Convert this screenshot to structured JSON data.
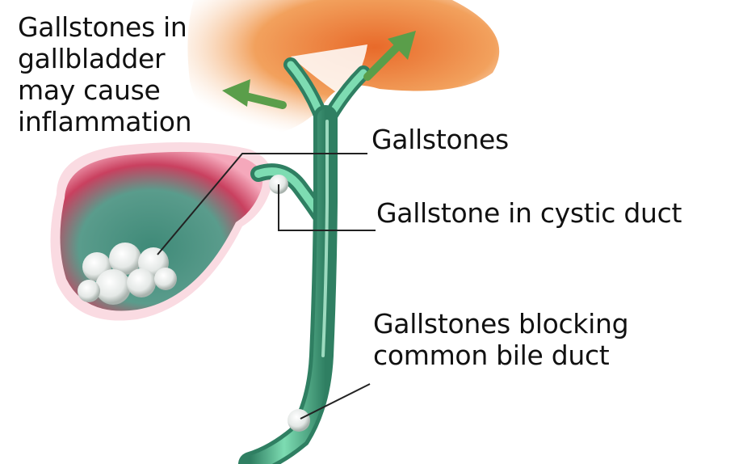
{
  "labels": {
    "inflammation": [
      "Gallstones in",
      "gallbladder",
      "may cause",
      "inflammation"
    ],
    "gallstones": "Gallstones",
    "cystic_duct": "Gallstone in cystic duct",
    "common_duct": [
      "Gallstones blocking",
      "common bile duct"
    ]
  },
  "colors": {
    "liver_orange": "#f0a35a",
    "liver_deep": "#e6722e",
    "gallbladder_pink": "#e8567a",
    "duct_green": "#5cc79b",
    "duct_dark": "#2f7f62",
    "arrow_green": "#5a9e4a",
    "stone_white": "#eef1ef"
  }
}
